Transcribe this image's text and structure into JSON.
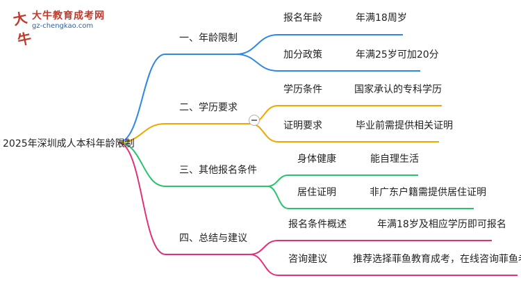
{
  "logo": {
    "mark": "大牛",
    "name": "大牛教育成考网",
    "url": "gz-chengkao.com"
  },
  "root": "2025年深圳成人本科年龄限制",
  "colors": {
    "age": "#2e86e8",
    "education": "#f2a600",
    "conditions": "#27c26c",
    "summary": "#e0307a"
  },
  "branches": [
    {
      "label": "一、年龄限制",
      "leaves": [
        {
          "key": "报名年龄",
          "value": "年满18周岁"
        },
        {
          "key": "加分政策",
          "value": "年满25岁可加20分"
        }
      ]
    },
    {
      "label": "二、学历要求",
      "leaves": [
        {
          "key": "学历条件",
          "value": "国家承认的专科学历"
        },
        {
          "key": "证明要求",
          "value": "毕业前需提供相关证明"
        }
      ]
    },
    {
      "label": "三、其他报名条件",
      "leaves": [
        {
          "key": "身体健康",
          "value": "能自理生活"
        },
        {
          "key": "居住证明",
          "value": "非广东户籍需提供居住证明"
        }
      ]
    },
    {
      "label": "四、总结与建议",
      "leaves": [
        {
          "key": "报名条件概述",
          "value": "年满18岁及相应学历即可报名"
        },
        {
          "key": "咨询建议",
          "value": "推荐选择菲鱼教育成考，在线咨询菲鱼老师"
        }
      ]
    }
  ]
}
